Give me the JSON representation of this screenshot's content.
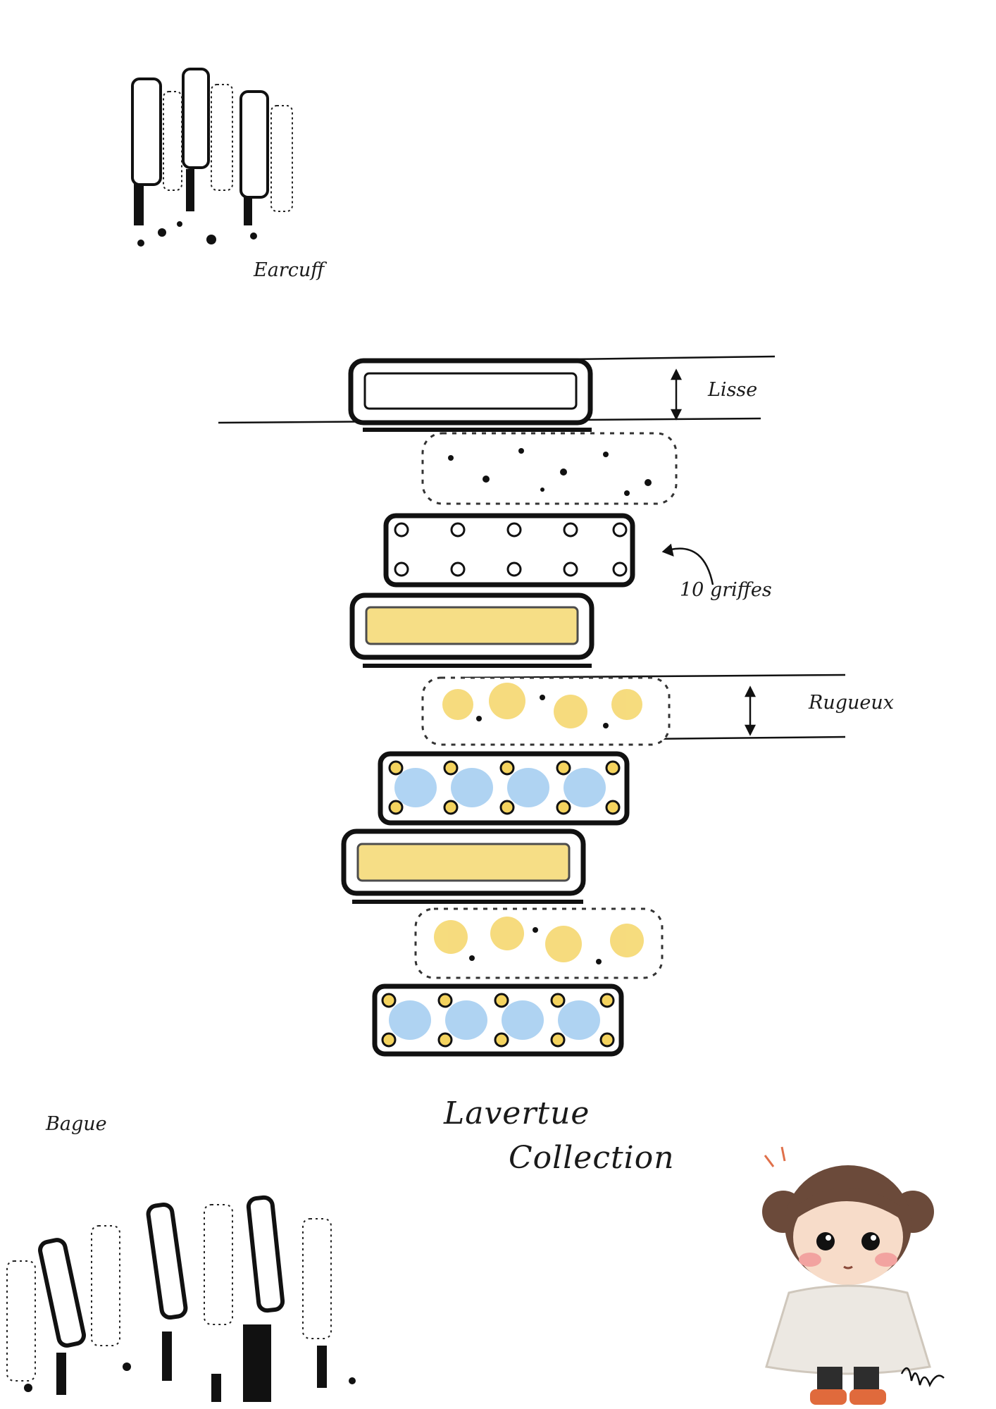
{
  "labels": {
    "earcuff": "Earcuff",
    "lisse": "Lisse",
    "griffes": "10 griffes",
    "rugueux": "Rugueux",
    "bague": "Bague"
  },
  "title": {
    "line1": "Lavertue",
    "line2": "Collection"
  },
  "colors": {
    "ink": "#111111",
    "gold": "#f4d35e",
    "blue": "#9cc9f0",
    "skin": "#f7dcc9",
    "hair": "#6b4a3a"
  }
}
